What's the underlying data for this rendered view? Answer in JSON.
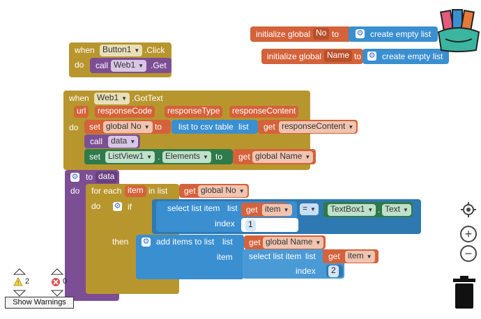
{
  "globals": [
    {
      "keyword": "initialize global",
      "name": "No",
      "to": "to",
      "value": "create empty list"
    },
    {
      "keyword": "initialize global",
      "name": "Name",
      "to": "to",
      "value": "create empty list"
    }
  ],
  "button_click": {
    "when": "when",
    "component": "Button1",
    "event": ".Click",
    "do": "do",
    "call": "call",
    "target": "Web1",
    "method": ".Get"
  },
  "gottext": {
    "when": "when",
    "component": "Web1",
    "event": ".GotText",
    "params": [
      "url",
      "responseCode",
      "responseType",
      "responseContent"
    ],
    "do": "do",
    "set1": {
      "set": "set",
      "var": "global No",
      "to": "to",
      "func": "list to csv table",
      "list": "list",
      "get": "get",
      "get_var": "responseContent"
    },
    "call": {
      "call": "call",
      "proc": "data"
    },
    "set2": {
      "set": "set",
      "comp": "ListView1",
      "dot": ".",
      "prop": "Elements",
      "to": "to",
      "get": "get",
      "get_var": "global Name"
    }
  },
  "proc": {
    "to": "to",
    "name": "data",
    "do": "do",
    "foreach": {
      "label": "for each",
      "item": "item",
      "in_list": "in list",
      "get": "get",
      "get_var": "global No",
      "do": "do"
    },
    "if": {
      "label": "if",
      "then": "then",
      "select": "select list item",
      "list": "list",
      "get": "get",
      "get_var": "item",
      "index": "index",
      "index_val": "1",
      "op": "=",
      "comp": "TextBox1",
      "dot": ".",
      "prop": "Text"
    },
    "add": {
      "label": "add items to list",
      "list": "list",
      "get": "get",
      "get_var": "global Name",
      "item": "item",
      "select": "select list item",
      "sel_list": "list",
      "sel_get": "get",
      "sel_get_var": "item",
      "index": "index",
      "index_val": "2"
    }
  },
  "warnings": {
    "warn_count": "2",
    "error_count": "0",
    "button": "Show Warnings"
  },
  "colors": {
    "event": "#b8962e",
    "variable": "#d4623a",
    "procedure": "#7c4f94",
    "list": "#3a8fd0",
    "component": "#2f7a4a"
  }
}
